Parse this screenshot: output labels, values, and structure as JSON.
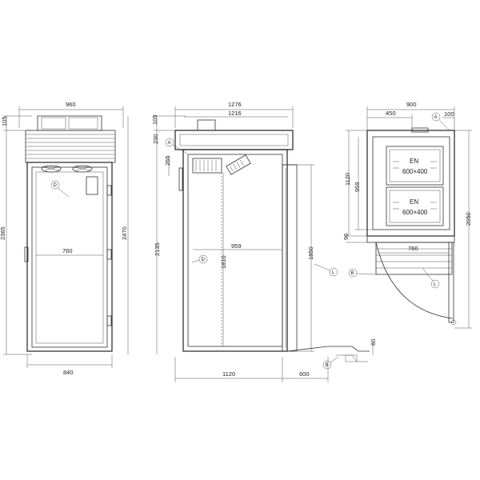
{
  "views": {
    "front": {
      "dims": {
        "top_width": "960",
        "left_top": "105",
        "left_overall": "2365",
        "right_overall": "2470",
        "inner_width": "760",
        "bottom_width": "840"
      },
      "callouts": {
        "d": "D"
      }
    },
    "side": {
      "dims": {
        "top_overall": "1276",
        "top_inner": "1216",
        "top_105": "105",
        "left_230": "230",
        "left_265": "265",
        "left_2135": "2135",
        "inner_959": "959",
        "inner_1810": "1810",
        "right_1850": "1850",
        "bottom_1120": "1120",
        "bottom_600": "600",
        "ramp_60": "60"
      },
      "callouts": {
        "a": "A",
        "d": "D",
        "l": "L",
        "b": "B"
      }
    },
    "top": {
      "dims": {
        "top_900": "900",
        "top_450": "450",
        "top_100": "100",
        "left_1120": "1120",
        "left_959": "959",
        "left_96": "96",
        "right_2050": "2050",
        "inner_760": "760"
      },
      "shelves": [
        {
          "line1": "EN",
          "line2": "600×400"
        },
        {
          "line1": "EN",
          "line2": "600×400"
        }
      ],
      "callouts": {
        "a": "A",
        "b": "B",
        "l": "L"
      }
    }
  }
}
